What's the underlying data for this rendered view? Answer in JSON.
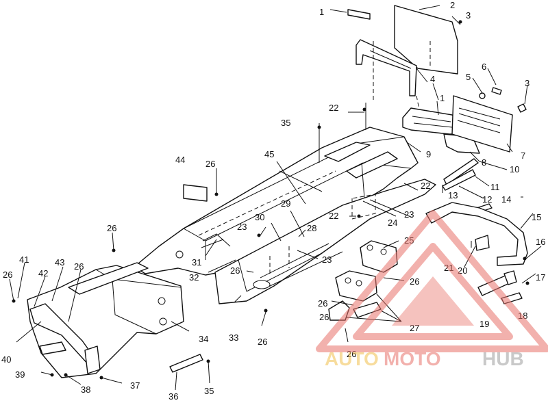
{
  "diagram": {
    "callouts": [
      "1",
      "2",
      "3",
      "4",
      "5",
      "6",
      "3",
      "1",
      "7",
      "8",
      "9",
      "10",
      "11",
      "12",
      "13",
      "14",
      "15",
      "16",
      "17",
      "18",
      "19",
      "20",
      "21",
      "22",
      "22",
      "35",
      "44",
      "26",
      "45",
      "29",
      "30",
      "23",
      "28",
      "22",
      "23",
      "24",
      "25",
      "26",
      "23",
      "31",
      "32",
      "26",
      "33",
      "26",
      "26",
      "26",
      "27",
      "26",
      "41",
      "42",
      "43",
      "26",
      "40",
      "34",
      "39",
      "38",
      "37",
      "36",
      "35"
    ]
  },
  "watermark": {
    "text_a": "AUTO",
    "text_b": "MOTO",
    "text_c": "HUB",
    "color_a": "#f2c14e",
    "color_b": "#e8736b",
    "color_c": "#9e9e9e"
  }
}
